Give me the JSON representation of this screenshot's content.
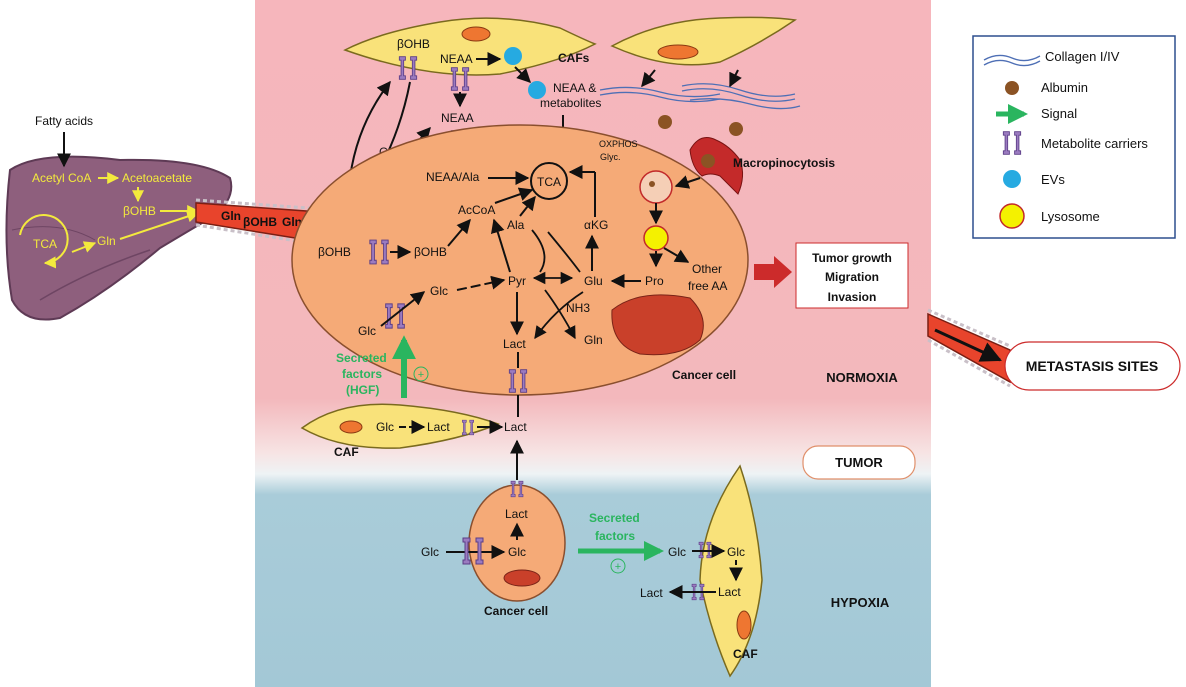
{
  "colors": {
    "normoxia_bg": "#f5b8bd",
    "hypoxia_bg": "#a6cbd8",
    "liver": "#8e5f7d",
    "cell": "#f5aa77",
    "caf": "#f9e27a",
    "caf_nucleus": "#ee7631",
    "cell_nucleus": "#c9402a",
    "vessel": "#e8442c",
    "carrier": "#9b7bc0",
    "ev": "#26aae1",
    "albumin": "#8b5324",
    "lysosome": "#f4f100",
    "signal": "#2ab55f",
    "collagen": "#4e6fb5",
    "liver_text": "#f3ea3d",
    "red_arrow": "#cc2b2b"
  },
  "liver": {
    "fatty_acids": "Fatty acids",
    "acetyl_coa": "Acetyl CoA",
    "acetoacetate": "Acetoacetate",
    "bohb": "βOHB",
    "tca": "TCA",
    "gln": "Gln"
  },
  "vessel": {
    "gln_left": "Gln",
    "bohb": "βOHB",
    "gln_right": "Gln"
  },
  "cafs_top": {
    "bohb": "βOHB",
    "neaa": "NEAA",
    "label": "CAFs",
    "neaa_metabolites_1": "NEAA &",
    "neaa_metabolites_2": "metabolites",
    "neaa_mid": "NEAA",
    "gln": "Gln"
  },
  "cancer_cell": {
    "neaa_ala": "NEAA/Ala",
    "tca": "TCA",
    "oxphos": "OXPHOS",
    "glyc": "Glyc.",
    "acoa": "AcCoA",
    "ala": "Ala",
    "akg": "αKG",
    "bohb_out": "βOHB",
    "bohb_in": "βOHB",
    "glc": "Glc",
    "pyr": "Pyr",
    "glu": "Glu",
    "pro": "Pro",
    "other_free_aa_1": "Other",
    "other_free_aa_2": "free AA",
    "nh3": "NH3",
    "lact": "Lact",
    "gln": "Gln",
    "label": "Cancer cell",
    "macropinocytosis": "Macropinocytosis"
  },
  "normoxia_left": {
    "glc": "Glc",
    "secreted_1": "Secreted",
    "secreted_2": "factors",
    "secreted_3": "(HGF)",
    "plus": "+"
  },
  "caf_left": {
    "glc": "Glc",
    "lact": "Lact",
    "lact_out": "Lact",
    "label": "CAF"
  },
  "outcomes": {
    "tumor_growth": "Tumor growth",
    "migration": "Migration",
    "invasion": "Invasion",
    "metastasis": "METASTASIS SITES",
    "normoxia": "NORMOXIA",
    "tumor": "TUMOR",
    "hypoxia": "HYPOXIA"
  },
  "hypoxia_cell": {
    "lact": "Lact",
    "glc_out": "Glc",
    "glc_in": "Glc",
    "label": "Cancer cell",
    "secreted_1": "Secreted",
    "secreted_2": "factors",
    "plus": "+"
  },
  "caf_right": {
    "glc_out": "Glc",
    "glc_in": "Glc",
    "lact_in": "Lact",
    "lact_out": "Lact",
    "label": "CAF"
  },
  "legend": {
    "collagen": "Collagen I/IV",
    "albumin": "Albumin",
    "signal": "Signal",
    "carriers": "Metabolite carriers",
    "evs": "EVs",
    "lysosome": "Lysosome"
  }
}
